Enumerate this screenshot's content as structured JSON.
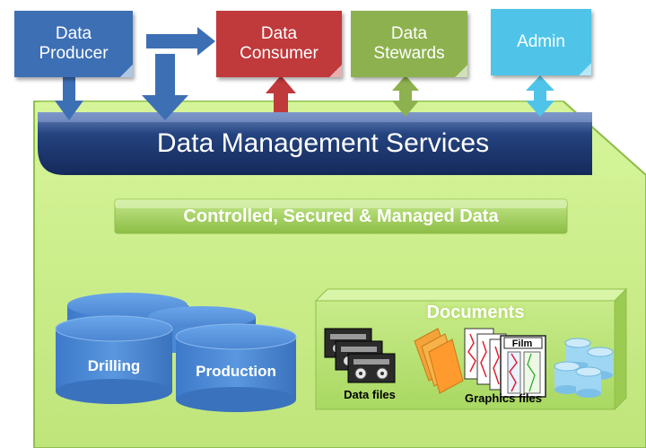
{
  "roles": {
    "producer": "Data\nProducer",
    "consumer": "Data\nConsumer",
    "stewards": "Data\nStewards",
    "admin": "Admin"
  },
  "services_title": "Data Management Services",
  "controlled_label": "Controlled, Secured & Managed Data",
  "databases": {
    "drilling": "Drilling",
    "production": "Production"
  },
  "documents": {
    "title": "Documents",
    "data_files": "Data files",
    "graphics_files": "Graphics files",
    "film": "Film"
  },
  "colors": {
    "producer": "#3d6fb5",
    "consumer": "#c0393b",
    "stewards": "#8db14e",
    "admin": "#4fc4e8",
    "platform": "#c6ec86",
    "services_band": "#1e3a78"
  }
}
